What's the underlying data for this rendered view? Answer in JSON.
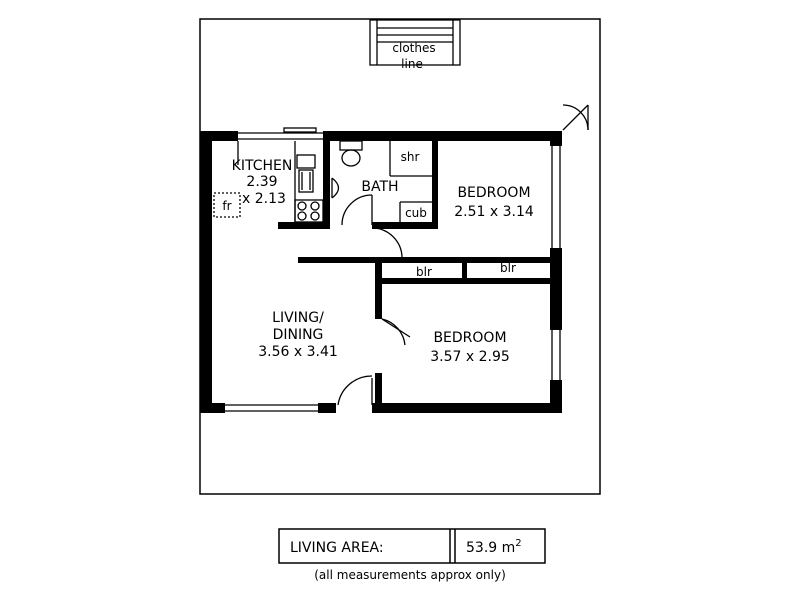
{
  "plan": {
    "clothes_line": [
      "clothes",
      "line"
    ],
    "kitchen": {
      "name": "KITCHEN",
      "dims_line1": "2.39",
      "dims_line2": "x 2.13"
    },
    "fridge": "fr",
    "bath": "BATH",
    "shower": "shr",
    "cupboard": "cub",
    "bedroom_1": {
      "name": "BEDROOM",
      "dims": "2.51 x 3.14"
    },
    "built_in_robe_1": "blr",
    "built_in_robe_2": "blr",
    "living": {
      "name_line1": "LIVING/",
      "name_line2": "DINING",
      "dims": "3.56 x 3.41"
    },
    "bedroom_2": {
      "name": "BEDROOM",
      "dims": "3.57 x 2.95"
    }
  },
  "footer": {
    "living_area_label": "LIVING AREA:",
    "living_area_value": "53.9 m",
    "living_area_unit_sup": "2",
    "note": "(all measurements approx only)"
  }
}
